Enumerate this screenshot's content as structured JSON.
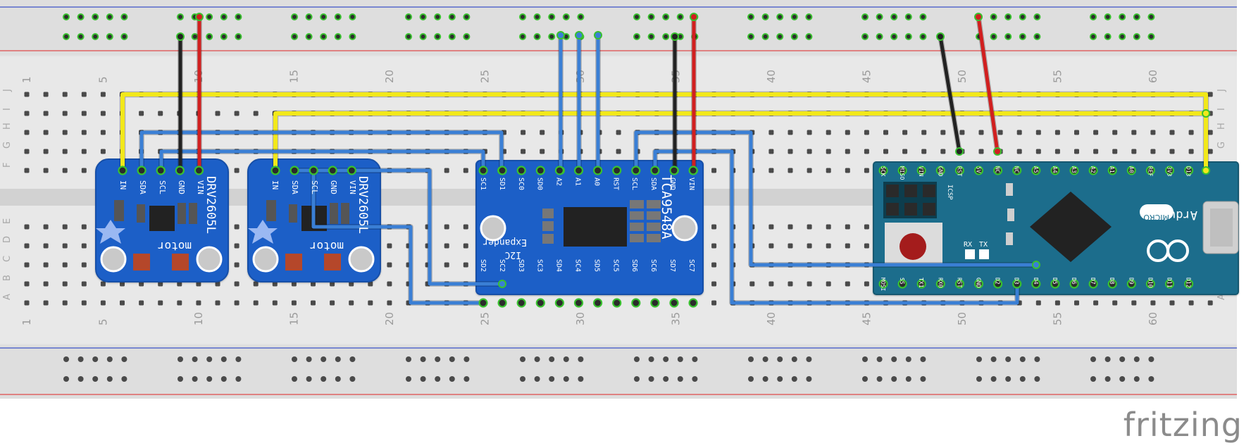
{
  "brand": "fritzing",
  "breadboard": {
    "column_numbers": [
      "1",
      "5",
      "10",
      "15",
      "20",
      "25",
      "30",
      "35",
      "40",
      "45",
      "50",
      "55",
      "60"
    ],
    "row_letters_upper": [
      "J",
      "I",
      "H",
      "G",
      "F"
    ],
    "row_letters_lower": [
      "E",
      "D",
      "C",
      "B",
      "A"
    ]
  },
  "parts": {
    "driver_left": {
      "title": "DRV2605L",
      "pins": [
        "IN",
        "SDA",
        "SCL",
        "GND",
        "VIN"
      ],
      "motor_label": "motor"
    },
    "driver_right": {
      "title": "DRV2605L",
      "pins": [
        "IN",
        "SDA",
        "SCL",
        "GND",
        "VIN"
      ],
      "motor_label": "motor"
    },
    "mux": {
      "title": "TCA9548A",
      "subtitle_1": "I2C",
      "subtitle_2": "Expander",
      "pins_top": [
        "SC1",
        "SD1",
        "SC0",
        "SD0",
        "A2",
        "A1",
        "A0",
        "RST",
        "SCL",
        "SDA",
        "GND",
        "VIN"
      ],
      "pins_bottom": [
        "SD2",
        "SC2",
        "SD3",
        "SC3",
        "SD4",
        "SC4",
        "SD5",
        "SC5",
        "SD6",
        "SC6",
        "SD7",
        "SC7"
      ]
    },
    "arduino": {
      "name": "Arduino",
      "badge": "MICRO",
      "icsp": "ICSP",
      "pins_top": [
        "SCK",
        "MISO",
        "VIN",
        "GND",
        "RST",
        "5V",
        "NC",
        "NC",
        "A5",
        "A4",
        "A3",
        "A2",
        "A1",
        "A0",
        "REF",
        "3V3",
        "D13"
      ],
      "pins_bottom": [
        "MOSI",
        "SS",
        "TX1",
        "RX0",
        "RST",
        "GND",
        "D2",
        "D3",
        "D4",
        "D5",
        "D6",
        "D7",
        "D8",
        "D9",
        "D10",
        "D11",
        "D12"
      ],
      "leds": [
        "RX",
        "TX"
      ]
    }
  },
  "colors": {
    "wire_blue": "#3a7fd5",
    "wire_yellow": "#f2e81a",
    "wire_red": "#d11f1f",
    "wire_black": "#222222",
    "pcb_blue": "#1e5fc7",
    "arduino_teal": "#1a6d8c",
    "rail_red": "#e04a4a",
    "rail_blue": "#3b52c7"
  }
}
